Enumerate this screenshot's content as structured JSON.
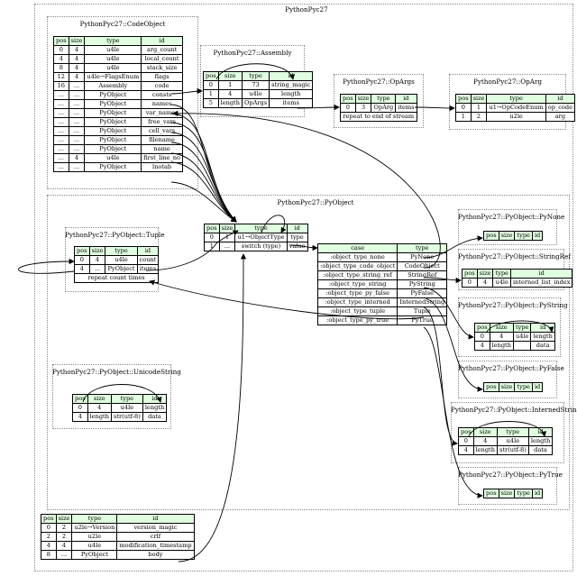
{
  "title": "PythonPyc27",
  "hdr": [
    "pos",
    "size",
    "type",
    "id"
  ],
  "case_hdr": [
    "case",
    "type"
  ],
  "codeobject": {
    "title": "PythonPyc27::CodeObject",
    "rows": [
      [
        "0",
        "4",
        "u4le",
        "arg_count"
      ],
      [
        "4",
        "4",
        "u4le",
        "local_count"
      ],
      [
        "8",
        "4",
        "u4le",
        "stack_size"
      ],
      [
        "12",
        "4",
        "u4le→FlagsEnum",
        "flags"
      ],
      [
        "16",
        "...",
        "Assembly",
        "code"
      ],
      [
        "...",
        "...",
        "PyObject",
        "consts"
      ],
      [
        "...",
        "...",
        "PyObject",
        "names"
      ],
      [
        "...",
        "...",
        "PyObject",
        "var_names"
      ],
      [
        "...",
        "...",
        "PyObject",
        "free_vars"
      ],
      [
        "...",
        "...",
        "PyObject",
        "cell_vars"
      ],
      [
        "...",
        "...",
        "PyObject",
        "filename"
      ],
      [
        "...",
        "...",
        "PyObject",
        "name"
      ],
      [
        "...",
        "4",
        "u4le",
        "first_line_no"
      ],
      [
        "...",
        "...",
        "PyObject",
        "lnotab"
      ]
    ]
  },
  "assembly": {
    "title": "PythonPyc27::Assembly",
    "rows": [
      [
        "0",
        "1",
        "73",
        "string_magic"
      ],
      [
        "1",
        "4",
        "u4le",
        "length"
      ],
      [
        "5",
        "length",
        "OpArgs",
        "items"
      ]
    ]
  },
  "opargs": {
    "title": "PythonPyc27::OpArgs",
    "rows": [
      [
        "0",
        "3",
        "OpArg",
        "items"
      ]
    ],
    "repeat": "repeat to end of stream"
  },
  "oparg": {
    "title": "PythonPyc27::OpArg",
    "rows": [
      [
        "0",
        "1",
        "u1→OpCodeEnum",
        "op_code"
      ],
      [
        "1",
        "2",
        "u2le",
        "arg"
      ]
    ]
  },
  "pyobject": {
    "title": "PythonPyc27::PyObject",
    "rows": [
      [
        "0",
        "1",
        "u1→ObjectType",
        "type"
      ],
      [
        "1",
        "...",
        "switch (type)",
        "value"
      ]
    ],
    "cases": [
      [
        ":object_type_none",
        "PyNone"
      ],
      [
        ":object_type_code_object",
        "CodeObject"
      ],
      [
        ":object_type_string_ref",
        "StringRef"
      ],
      [
        ":object_type_string",
        "PyString"
      ],
      [
        ":object_type_py_false",
        "PyFalse"
      ],
      [
        ":object_type_interned",
        "InternedString"
      ],
      [
        ":object_type_tuple",
        "Tuple"
      ],
      [
        ":object_type_py_true",
        "PyTrue"
      ]
    ]
  },
  "tuple": {
    "title": "PythonPyc27::PyObject::Tuple",
    "rows": [
      [
        "0",
        "4",
        "u4le",
        "count"
      ],
      [
        "4",
        "...",
        "PyObject",
        "items"
      ]
    ],
    "repeat": "repeat count times"
  },
  "unicodestring": {
    "title": "PythonPyc27::PyObject::UnicodeString",
    "rows": [
      [
        "0",
        "4",
        "u4le",
        "length"
      ],
      [
        "4",
        "length",
        "str(utf-8)",
        "data"
      ]
    ]
  },
  "pynone": {
    "title": "PythonPyc27::PyObject::PyNone"
  },
  "stringref": {
    "title": "PythonPyc27::PyObject::StringRef",
    "rows": [
      [
        "0",
        "4",
        "u4le",
        "interned_list_index"
      ]
    ]
  },
  "pystring": {
    "title": "PythonPyc27::PyObject::PyString",
    "rows": [
      [
        "0",
        "4",
        "u4le",
        "length"
      ],
      [
        "4",
        "length",
        "",
        "data"
      ]
    ]
  },
  "pyfalse": {
    "title": "PythonPyc27::PyObject::PyFalse"
  },
  "interned": {
    "title": "PythonPyc27::PyObject::InternedString",
    "rows": [
      [
        "0",
        "4",
        "u4le",
        "length"
      ],
      [
        "4",
        "length",
        "str(utf-8)",
        "data"
      ]
    ]
  },
  "pytrue": {
    "title": "PythonPyc27::PyObject::PyTrue"
  },
  "root": {
    "rows": [
      [
        "0",
        "2",
        "u2le→Version",
        "version_magic"
      ],
      [
        "2",
        "2",
        "u2le",
        "crlf"
      ],
      [
        "4",
        "4",
        "u4le",
        "modification_timestamp"
      ],
      [
        "8",
        "...",
        "PyObject",
        "body"
      ]
    ]
  }
}
